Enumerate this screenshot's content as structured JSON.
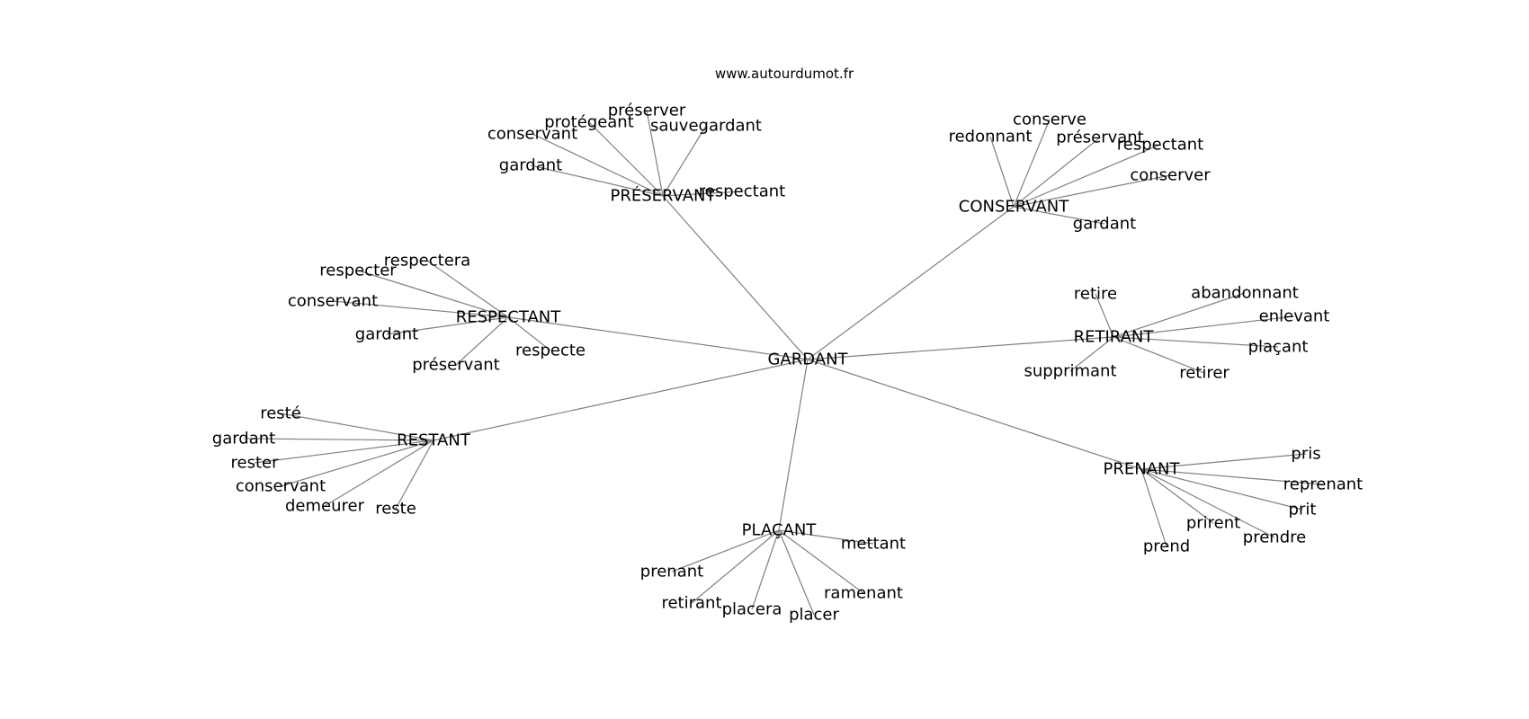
{
  "source_text": "www.autourdumot.fr",
  "center": "GARDANT",
  "clusters": [
    {
      "hub": "PRÉSERVANT",
      "words": [
        "préserver",
        "protégeant",
        "sauvegardant",
        "conservant",
        "gardant",
        "respectant"
      ]
    },
    {
      "hub": "CONSERVANT",
      "words": [
        "conserve",
        "redonnant",
        "préservant",
        "respectant",
        "conserver",
        "gardant"
      ]
    },
    {
      "hub": "RESPECTANT",
      "words": [
        "respectera",
        "respecter",
        "conservant",
        "gardant",
        "préservant",
        "respecte"
      ]
    },
    {
      "hub": "RETIRANT",
      "words": [
        "retire",
        "abandonnant",
        "enlevant",
        "plaçant",
        "supprimant",
        "retirer"
      ]
    },
    {
      "hub": "RESTANT",
      "words": [
        "resté",
        "gardant",
        "rester",
        "conservant",
        "demeurer",
        "reste"
      ]
    },
    {
      "hub": "PRENANT",
      "words": [
        "pris",
        "reprenant",
        "prit",
        "prirent",
        "prendre",
        "prend"
      ]
    },
    {
      "hub": "PLAÇANT",
      "words": [
        "mettant",
        "prenant",
        "ramenant",
        "retirant",
        "placera",
        "placer"
      ]
    }
  ]
}
